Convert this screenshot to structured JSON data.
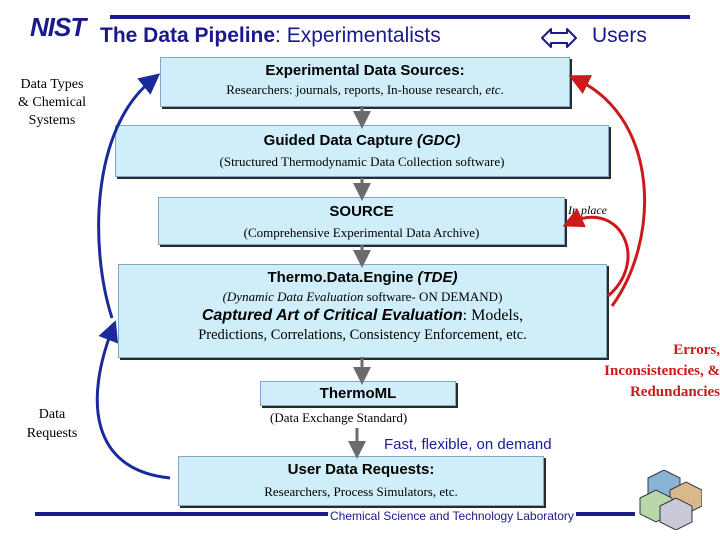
{
  "header": {
    "logo": "NIST",
    "title_bold": "The Data Pipeline",
    "title_rest": ": Experimentalists ",
    "title_end": "Users",
    "arrow_icon": "double-arrow-icon"
  },
  "left_labels": {
    "top": "Data Types & Chemical Systems",
    "bottom": "Data Requests"
  },
  "boxes": {
    "sources": {
      "title": "Experimental Data Sources:",
      "line_a": "Researchers: journals, reports, In-house research, ",
      "line_b": "etc",
      "line_c": "."
    },
    "gdc": {
      "title": "Guided Data Capture ",
      "title_italic": "(GDC)",
      "sub": "(Structured Thermodynamic Data Collection software)"
    },
    "source": {
      "title": "SOURCE",
      "sub": "(Comprehensive Experimental Data Archive)"
    },
    "tde": {
      "title": "Thermo.Data.Engine ",
      "title_italic": "(TDE)",
      "sub_italic": "(Dynamic Data Evaluation ",
      "sub_rest": "software- ON DEMAND)",
      "line_bi": "Captured Art of Critical Evaluation",
      "line_b2": ": Models,",
      "line_c": "Predictions, Correlations, Consistency Enforcement, etc."
    },
    "thermoml": {
      "title": "ThermoML",
      "sub": "(Data Exchange Standard)"
    },
    "requests": {
      "title": "User Data Requests:",
      "sub": "Researchers, Process Simulators, etc."
    }
  },
  "annotations": {
    "in_place": "In place",
    "errors": "Errors, Inconsistencies, & Redundancies",
    "fast": "Fast, flexible, on demand"
  },
  "footer": {
    "lab": "Chemical Science and Technology Laboratory"
  },
  "colors": {
    "box_fill": "#cfeefa",
    "title_blue": "#1a1a8c",
    "loop_blue": "#1a2a9a",
    "error_red": "#cc1a1a",
    "flow_arrow": "#6b6b6b",
    "fast_text": "#1a1aa0"
  }
}
